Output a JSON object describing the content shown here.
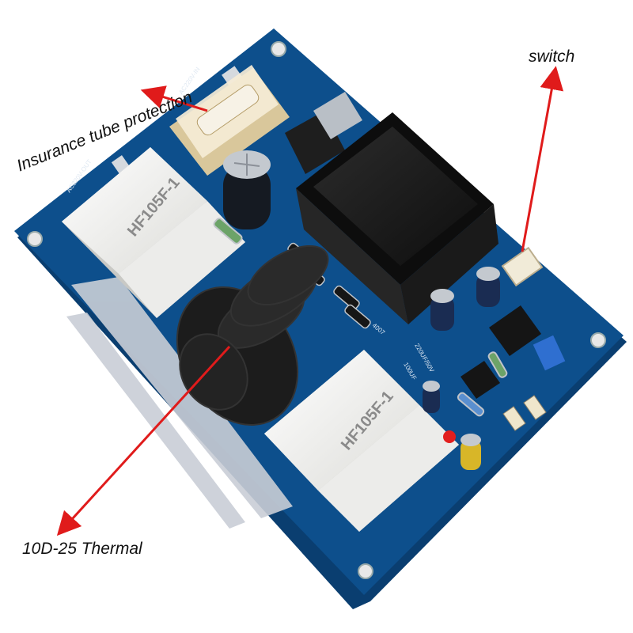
{
  "callouts": {
    "fuse": "Insurance tube protection",
    "switch": "switch",
    "thermal": "10D-25 Thermal"
  },
  "board_print": {
    "relay_1": "HF105F-1",
    "relay_2": "HF105F-1",
    "silk_in": "AC220V-IN",
    "silk_out": "AC220V-OUT",
    "silk_diode": "4007",
    "silk_cap_1": "100UF",
    "silk_cap_2": "220UF/50V"
  },
  "colors": {
    "pcb": "#0d4f8c",
    "pcb_edge": "#0a3e70",
    "relay": "#f4f4f2",
    "transformer": "#1a1a1a",
    "arrow": "#e01b1b",
    "thermistor": "#202020"
  }
}
